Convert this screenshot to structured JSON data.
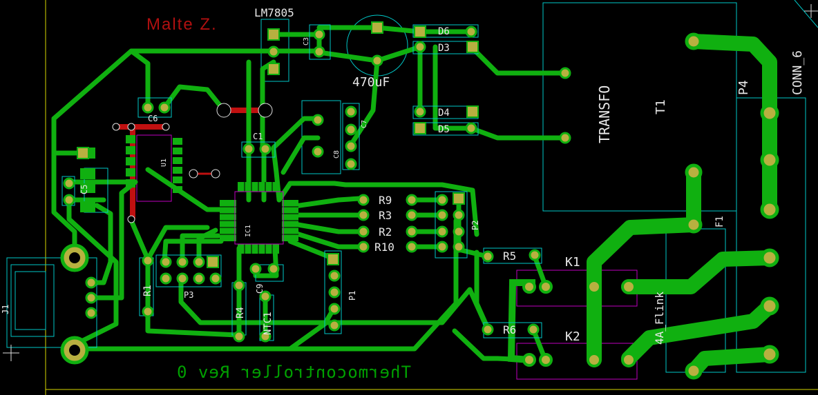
{
  "board": {
    "author": "Malte Z.",
    "title": "Thermocontroller Rev 0",
    "colors": {
      "background": "#000000",
      "copper": "#10b010",
      "copper_back": "#c01010",
      "pad": "#b8b040",
      "outline": "#00c8c8",
      "silk": "#e8e8e8",
      "courtyard": "#c000c0"
    }
  },
  "labels": {
    "lm7805": "LM7805",
    "cap470": "470uF",
    "transfo": "TRANSFO",
    "t1": "T1",
    "conn6": "CONN_6",
    "p4": "P4",
    "f1": "F1",
    "fuse": "4A_Flink",
    "k1": "K1",
    "k2": "K2",
    "d3": "D3",
    "d4": "D4",
    "d5": "D5",
    "d6": "D6",
    "r1": "R1",
    "r2": "R2",
    "r3": "R3",
    "r4": "R4",
    "r5": "R5",
    "r6": "R6",
    "r9": "R9",
    "r10": "R10",
    "c1": "C1",
    "c3": "C3",
    "c5": "C5",
    "c6": "C6",
    "c7": "C7",
    "c8": "C8",
    "c9": "C9",
    "p1": "P1",
    "p2": "P2",
    "p3": "P3",
    "j1": "J1",
    "ntc": "NTC1",
    "u1": "U1",
    "ic1": "IC1"
  }
}
